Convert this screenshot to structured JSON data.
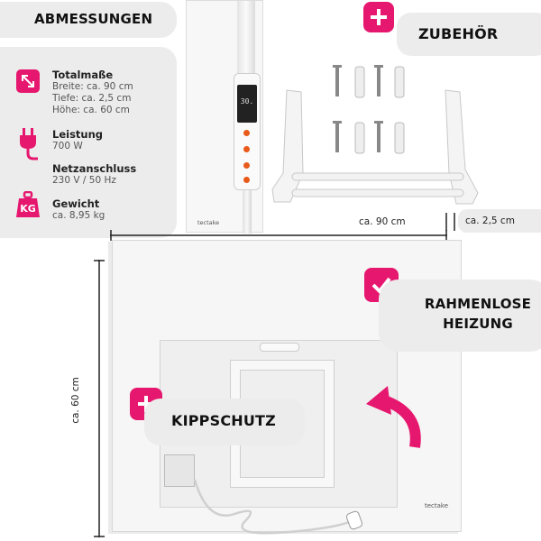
{
  "header": {
    "title": "ABMESSUNGEN"
  },
  "specs": {
    "dimensions": {
      "icon": "diagonal-arrows-icon",
      "label": "Totalmaße",
      "lines": [
        "Breite: ca. 90 cm",
        "Tiefe: ca. 2,5 cm",
        "Höhe: ca. 60 cm"
      ]
    },
    "power": {
      "icon": "plug-icon",
      "label": "Leistung",
      "value": "700 W"
    },
    "mains": {
      "label": "Netzanschluss",
      "value": "230 V / 50 Hz"
    },
    "weight": {
      "icon": "weight-kg-icon",
      "icon_text": "KG",
      "label": "Gewicht",
      "value": "ca. 8,95 kg"
    }
  },
  "accessories": {
    "title": "ZUBEHÖR"
  },
  "thermostat": {
    "display_value": "30.",
    "brand": "tectake"
  },
  "measurements": {
    "width": "ca. 90 cm",
    "depth": "ca. 2,5 cm",
    "height": "ca. 60 cm"
  },
  "features": {
    "frameless": {
      "line1": "RAHMENLOSE",
      "line2": "HEIZUNG"
    },
    "tip_protection": {
      "title": "KIPPSCHUTZ"
    }
  },
  "heater": {
    "brand": "tectake"
  },
  "colors": {
    "accent": "#e6176e",
    "panel_bg": "#ececec",
    "heater": "#f6f6f6"
  }
}
